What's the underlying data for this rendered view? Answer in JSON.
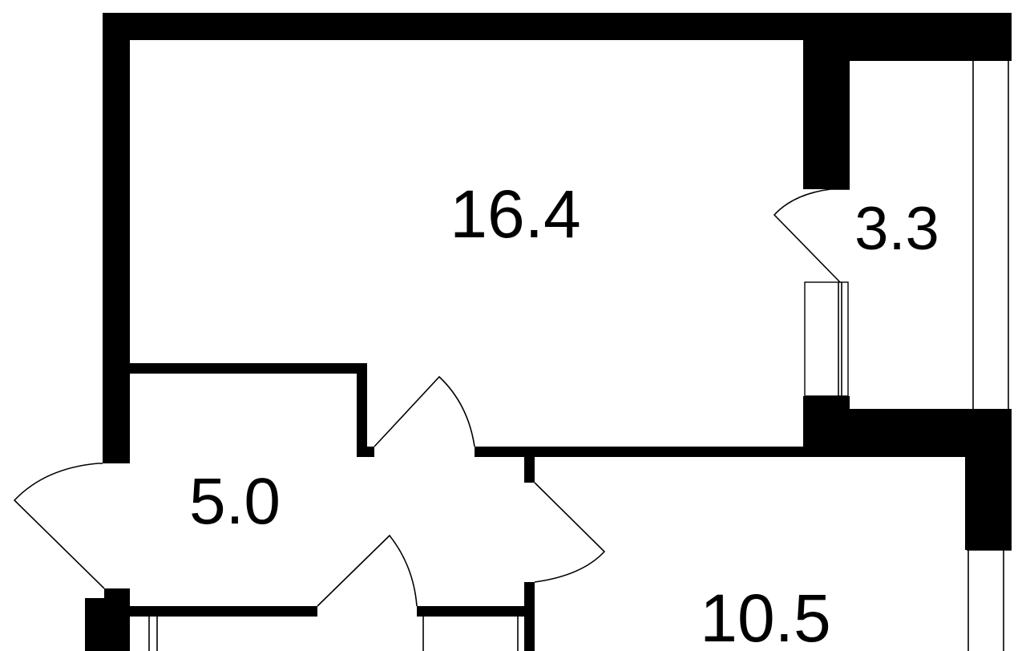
{
  "plan": {
    "rooms": [
      {
        "id": "room-living",
        "area": "16.4"
      },
      {
        "id": "room-balcony",
        "area": "3.3"
      },
      {
        "id": "room-hall",
        "area": "5.0"
      },
      {
        "id": "room-kitchen",
        "area": "10.5"
      }
    ],
    "colors": {
      "wall": "#000000",
      "background": "#ffffff"
    }
  }
}
